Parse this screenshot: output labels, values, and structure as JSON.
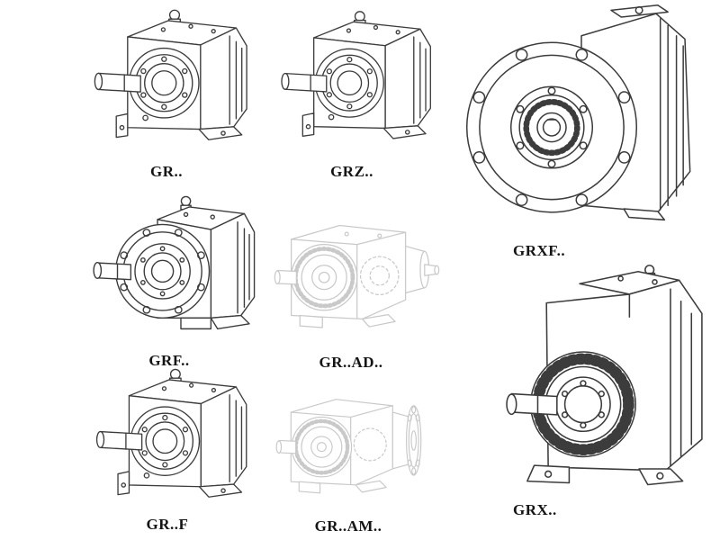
{
  "figures": [
    {
      "label": "GR..",
      "variant": "foot-mounted-helical-reducer",
      "tone": "dark"
    },
    {
      "label": "GRZ..",
      "variant": "foot-mounted-helical-reducer",
      "tone": "dark"
    },
    {
      "label": "GRXF..",
      "variant": "large-flange-mounted-reducer",
      "tone": "dark"
    },
    {
      "label": "GRF..",
      "variant": "flange-mounted-helical-reducer",
      "tone": "dark"
    },
    {
      "label": "GR..AD..",
      "variant": "reducer-with-input-shaft-adapter",
      "tone": "light"
    },
    {
      "label": "GRX..",
      "variant": "large-foot-mounted-reducer",
      "tone": "dark"
    },
    {
      "label": "GR..F",
      "variant": "foot-mounted-helical-reducer",
      "tone": "dark"
    },
    {
      "label": "GR..AM..",
      "variant": "reducer-with-motor-adapter-flange",
      "tone": "light"
    }
  ],
  "colors": {
    "background": "#ffffff",
    "line_dark": "#3c3c3c",
    "line_light": "#c9c9c9",
    "label_text": "#141414"
  }
}
